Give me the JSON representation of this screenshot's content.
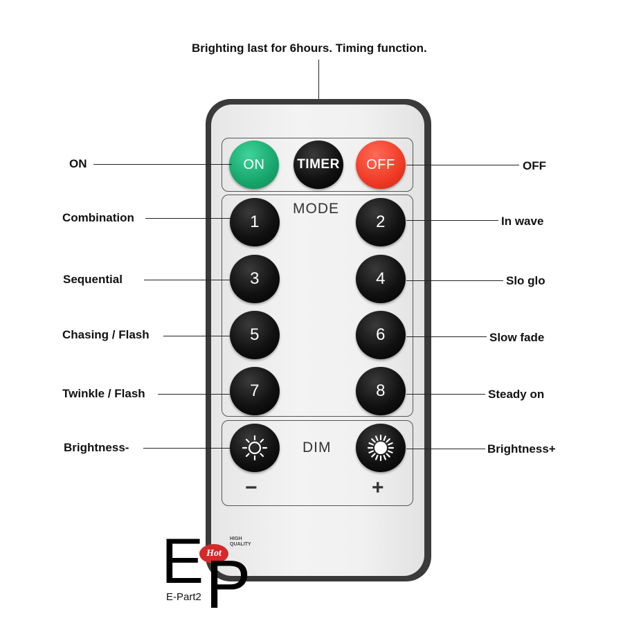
{
  "callouts": {
    "timer": "Brighting last for 6hours. Timing function.",
    "on": "ON",
    "off": "OFF",
    "mode1": "Combination",
    "mode2": "In wave",
    "mode3": "Sequential",
    "mode4": "Slo glo",
    "mode5": "Chasing / Flash",
    "mode6": "Slow fade",
    "mode7": "Twinkle / Flash",
    "mode8": "Steady on",
    "dim_minus": "Brightness-",
    "dim_plus": "Brightness+"
  },
  "remote": {
    "on_label": "ON",
    "timer_label": "TIMER",
    "off_label": "OFF",
    "mode_title": "MODE",
    "dim_title": "DIM",
    "minus_sign": "−",
    "plus_sign": "+",
    "buttons": [
      "1",
      "2",
      "3",
      "4",
      "5",
      "6",
      "7",
      "8"
    ]
  },
  "icons": {
    "dim_minus": "sun-outline-icon",
    "dim_plus": "sun-filled-icon"
  },
  "logo": {
    "letter_e": "E",
    "letter_p": "P",
    "badge": "Hot",
    "quality_line1": "HIGH",
    "quality_line2": "QUALITY",
    "brand": "E-Part2"
  },
  "colors": {
    "on": "#17a56b",
    "off": "#ef3a25",
    "button": "#000000",
    "body": "#3a3a3a",
    "logo_badge": "#d42a2a"
  }
}
